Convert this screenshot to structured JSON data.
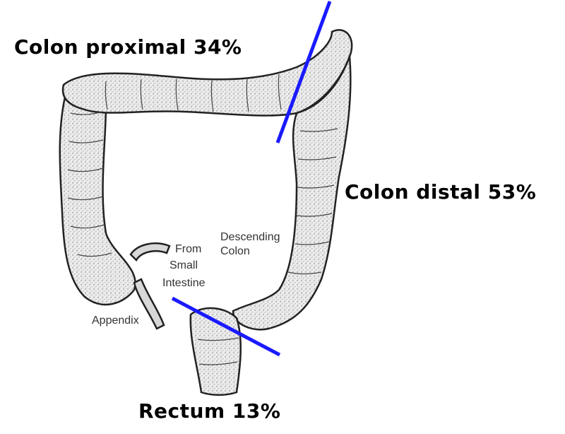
{
  "regions": {
    "proximal": "Colon proximal 34%",
    "distal": "Colon distal 53%",
    "rectum": "Rectum 13%"
  },
  "anatomy_labels": {
    "descending_line1": "Descending",
    "descending_line2": "Colon",
    "small_int_line1": "From",
    "small_int_line2": "Small",
    "small_int_line3": "Intestine",
    "appendix": "Appendix"
  },
  "colors": {
    "divider": "#1a1aff",
    "outline": "#222222",
    "fill": "#e6e6e6"
  }
}
